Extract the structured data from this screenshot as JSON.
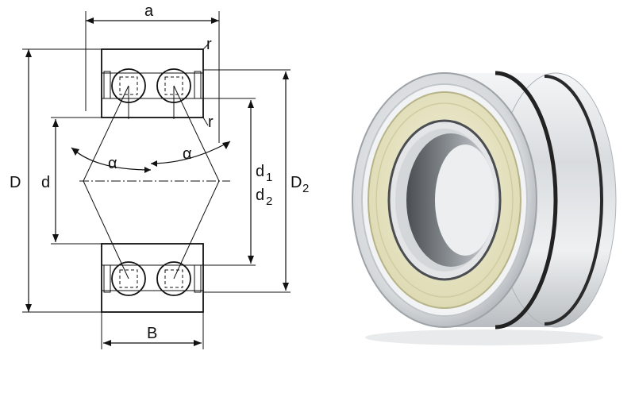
{
  "labels": {
    "a": "a",
    "r_top": "r",
    "r_mid": "r",
    "D": "D",
    "d": "d",
    "d1": "d",
    "d1_sub": "1",
    "d2": "d",
    "d2_sub": "2",
    "D2": "D",
    "D2_sub": "2",
    "B": "B",
    "alpha_left": "α",
    "alpha_right": "α"
  },
  "colors": {
    "line": "#111111",
    "steel_light": "#e6e8ea",
    "steel_dark": "#9aa0a6",
    "seal_brass": "#ece9c8",
    "bore_dark": "#5c5f63"
  }
}
